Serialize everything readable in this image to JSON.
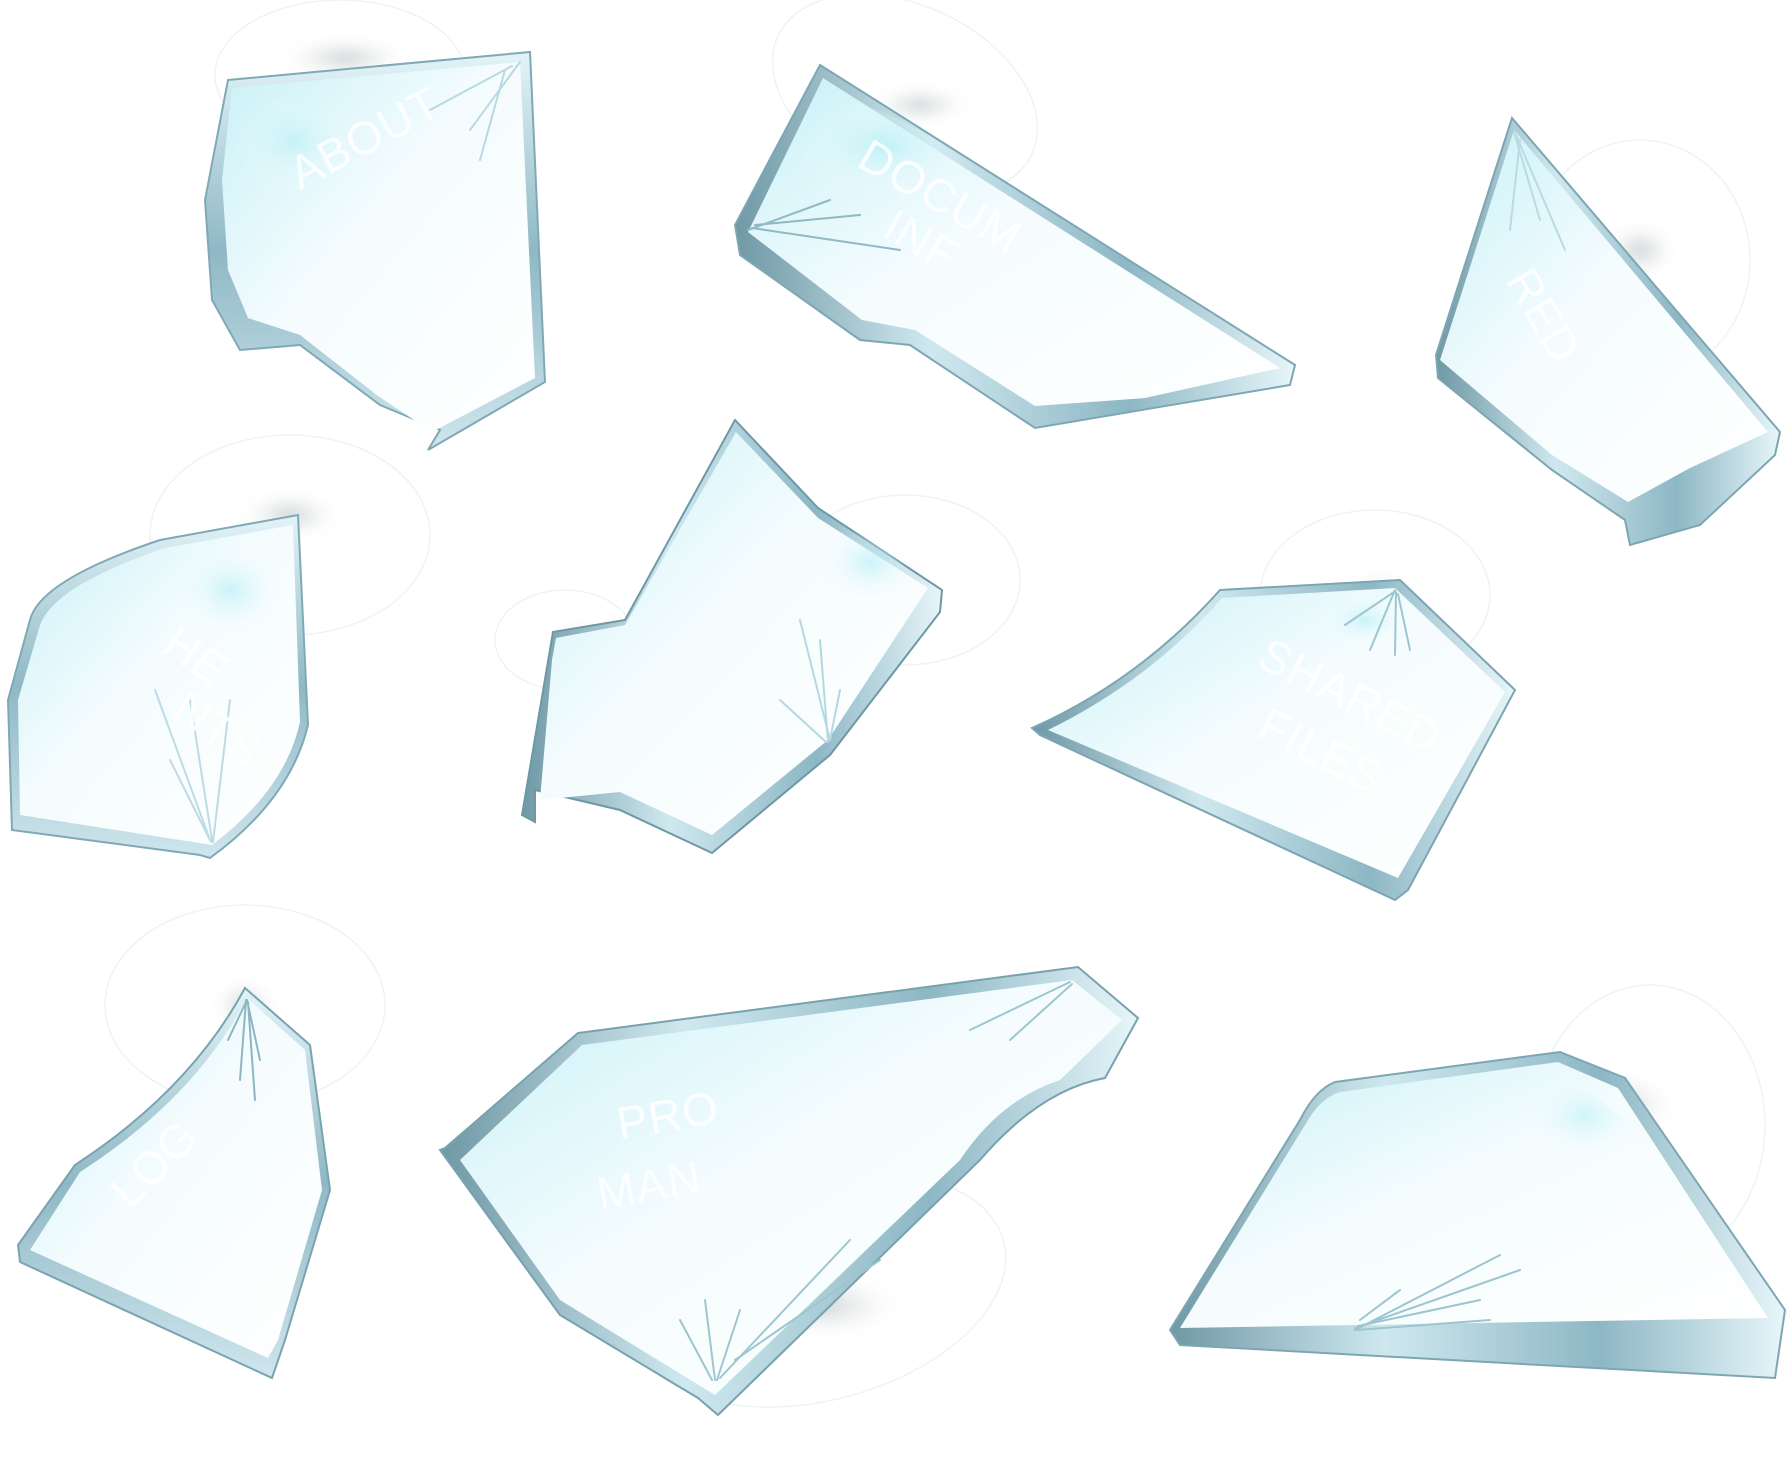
{
  "glass": {
    "face_light": "#f4fbfd",
    "face_tint": "#bfeef5",
    "edge_light": "#dbeff4",
    "edge_mid": "#9fc6d2",
    "edge_dark": "#6d96a3",
    "crack_color": "#a9d3de",
    "shadow": "#d5d8da"
  },
  "shards": [
    {
      "name": "shard-top-left",
      "label_lines": [
        "ABOUT"
      ]
    },
    {
      "name": "shard-top-center",
      "label_lines": [
        "DOCUM",
        "INF"
      ]
    },
    {
      "name": "shard-top-right",
      "label_lines": [
        "RED"
      ]
    },
    {
      "name": "shard-middle-left",
      "label_lines": [
        "HE",
        "NTS"
      ]
    },
    {
      "name": "shard-middle-center",
      "label_lines": []
    },
    {
      "name": "shard-middle-right",
      "label_lines": [
        "SHARED",
        "FILES"
      ]
    },
    {
      "name": "shard-bottom-left",
      "label_lines": [
        "LOG"
      ]
    },
    {
      "name": "shard-bottom-center",
      "label_lines": [
        "PRO",
        "MAN"
      ]
    },
    {
      "name": "shard-bottom-right",
      "label_lines": []
    }
  ]
}
